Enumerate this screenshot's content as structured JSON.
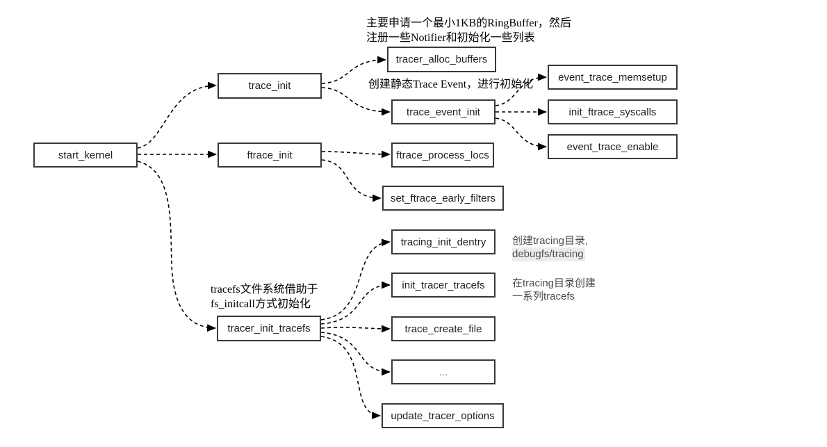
{
  "diagram": {
    "type": "flowchart",
    "subject": "Linux kernel trace initialization call graph",
    "colors": {
      "background": "#ffffff",
      "box_border": "#383838",
      "box_fill": "#ffffff",
      "box_text": "#1f1f1f",
      "edge": "#000000",
      "note_serif_text": "#000000",
      "note_gray_text": "#4d4d4d",
      "code_highlight_bg": "#ececec"
    },
    "nodes": [
      {
        "id": "start_kernel",
        "label": "start_kernel"
      },
      {
        "id": "trace_init",
        "label": "trace_init"
      },
      {
        "id": "ftrace_init",
        "label": "ftrace_init"
      },
      {
        "id": "tracer_init_tracefs",
        "label": "tracer_init_tracefs"
      },
      {
        "id": "tracer_alloc_buffers",
        "label": "tracer_alloc_buffers"
      },
      {
        "id": "trace_event_init",
        "label": "trace_event_init"
      },
      {
        "id": "ftrace_process_locs",
        "label": "ftrace_process_locs"
      },
      {
        "id": "set_ftrace_early_filters",
        "label": "set_ftrace_early_filters"
      },
      {
        "id": "tracing_init_dentry",
        "label": "tracing_init_dentry"
      },
      {
        "id": "init_tracer_tracefs",
        "label": "init_tracer_tracefs"
      },
      {
        "id": "trace_create_file",
        "label": "trace_create_file"
      },
      {
        "id": "ellipsis",
        "label": "..."
      },
      {
        "id": "update_tracer_options",
        "label": "update_tracer_options"
      },
      {
        "id": "event_trace_memsetup",
        "label": "event_trace_memsetup"
      },
      {
        "id": "init_ftrace_syscalls",
        "label": "init_ftrace_syscalls"
      },
      {
        "id": "event_trace_enable",
        "label": "event_trace_enable"
      }
    ],
    "edges": [
      {
        "from": "start_kernel",
        "to": "trace_init"
      },
      {
        "from": "start_kernel",
        "to": "ftrace_init"
      },
      {
        "from": "start_kernel",
        "to": "tracer_init_tracefs"
      },
      {
        "from": "trace_init",
        "to": "tracer_alloc_buffers"
      },
      {
        "from": "trace_init",
        "to": "trace_event_init"
      },
      {
        "from": "trace_event_init",
        "to": "event_trace_memsetup"
      },
      {
        "from": "trace_event_init",
        "to": "init_ftrace_syscalls"
      },
      {
        "from": "trace_event_init",
        "to": "event_trace_enable"
      },
      {
        "from": "ftrace_init",
        "to": "ftrace_process_locs"
      },
      {
        "from": "ftrace_init",
        "to": "set_ftrace_early_filters"
      },
      {
        "from": "tracer_init_tracefs",
        "to": "tracing_init_dentry"
      },
      {
        "from": "tracer_init_tracefs",
        "to": "init_tracer_tracefs"
      },
      {
        "from": "tracer_init_tracefs",
        "to": "trace_create_file"
      },
      {
        "from": "tracer_init_tracefs",
        "to": "ellipsis"
      },
      {
        "from": "tracer_init_tracefs",
        "to": "update_tracer_options"
      }
    ],
    "annotations": {
      "ringbuffer_note": {
        "line1": "主要申请一个最小1KB的RingBuffer，然后",
        "line2": "注册一些Notifier和初始化一些列表"
      },
      "trace_event_note": {
        "line1": "创建静态Trace Event，进行初始化"
      },
      "tracefs_note": {
        "line1": "tracefs文件系统借助于",
        "line2": "fs_initcall方式初始化"
      },
      "tracing_dir_note": {
        "line1": "创建tracing目录,",
        "line2": "debugfs/tracing"
      },
      "tracefs_files_note": {
        "line1": "在tracing目录创建",
        "line2": "一系列tracefs"
      }
    }
  }
}
